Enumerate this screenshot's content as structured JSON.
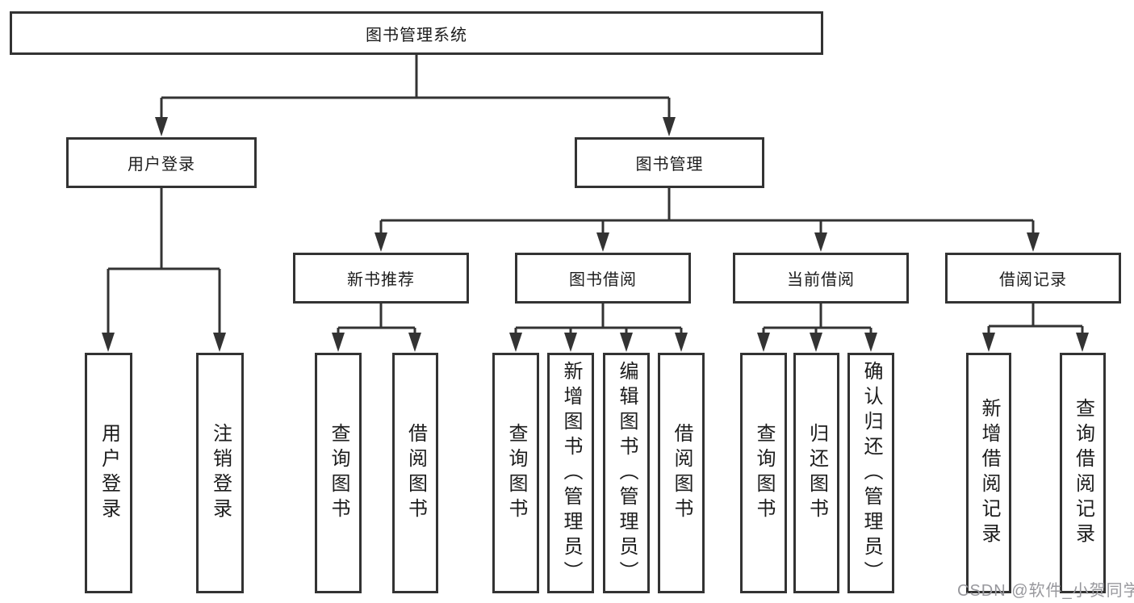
{
  "nodes": {
    "root": {
      "label": "图书管理系统"
    },
    "level2": [
      {
        "label": "用户登录"
      },
      {
        "label": "图书管理"
      }
    ],
    "level3": [
      {
        "label": "新书推荐"
      },
      {
        "label": "图书借阅"
      },
      {
        "label": "当前借阅"
      },
      {
        "label": "借阅记录"
      }
    ],
    "leaves": [
      {
        "label": "用户登录"
      },
      {
        "label": "注销登录"
      },
      {
        "label": "查询图书"
      },
      {
        "label": "借阅图书"
      },
      {
        "label": "查询图书"
      },
      {
        "label": "新增图书（管理员）"
      },
      {
        "label": "编辑图书（管理员）"
      },
      {
        "label": "借阅图书"
      },
      {
        "label": "查询图书"
      },
      {
        "label": "归还图书"
      },
      {
        "label": "确认归还（管理员）"
      },
      {
        "label": "新增借阅记录"
      },
      {
        "label": "查询借阅记录"
      }
    ]
  },
  "watermark": {
    "text": "CSDN @软件_小贺同学",
    "color": "#98989d"
  },
  "colors": {
    "line": "#333333",
    "box_border": "#333333",
    "box_fill": "#ffffff",
    "text": "#1c1c1c",
    "background": "#ffffff"
  }
}
